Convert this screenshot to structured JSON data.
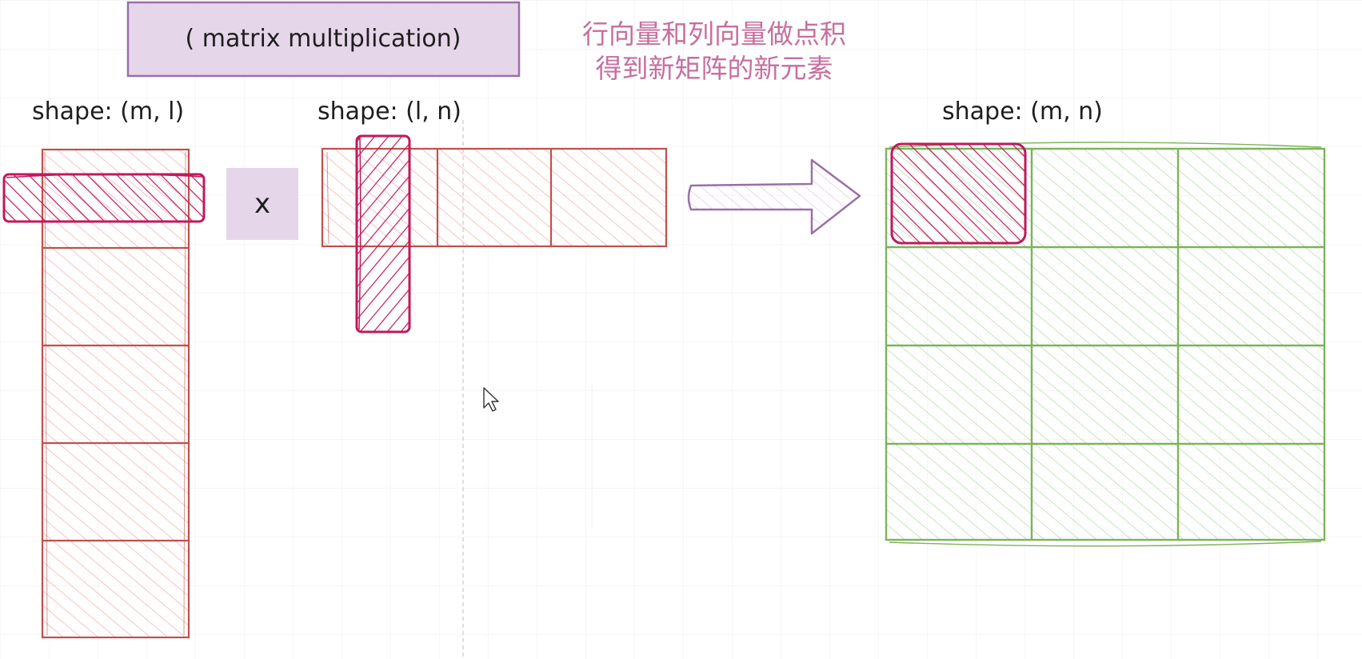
{
  "title_box": {
    "label": "( matrix multiplication)"
  },
  "note": {
    "line1": "行向量和列向量做点积",
    "line2": "得到新矩阵的新元素"
  },
  "matrix_a": {
    "shape_label": "shape: (m, l)"
  },
  "matrix_b": {
    "shape_label": "shape: (l, n)"
  },
  "matrix_c": {
    "shape_label": "shape: (m, n)"
  },
  "operator": {
    "label": "x"
  },
  "colors": {
    "pink_stroke": "#c0504d",
    "pink_fill": "#f6b9b9",
    "magenta_stroke": "#c2185b",
    "green_stroke": "#7cb35a",
    "green_fill": "#c8e6bf",
    "purple_box_fill": "#e6d6ea",
    "purple_box_stroke": "#9a6fa8",
    "arrow_stroke": "#9a6fa8",
    "note_color": "#c76f9f",
    "grid": "#ececec"
  },
  "icons": {
    "cursor": "mouse-pointer-icon"
  }
}
